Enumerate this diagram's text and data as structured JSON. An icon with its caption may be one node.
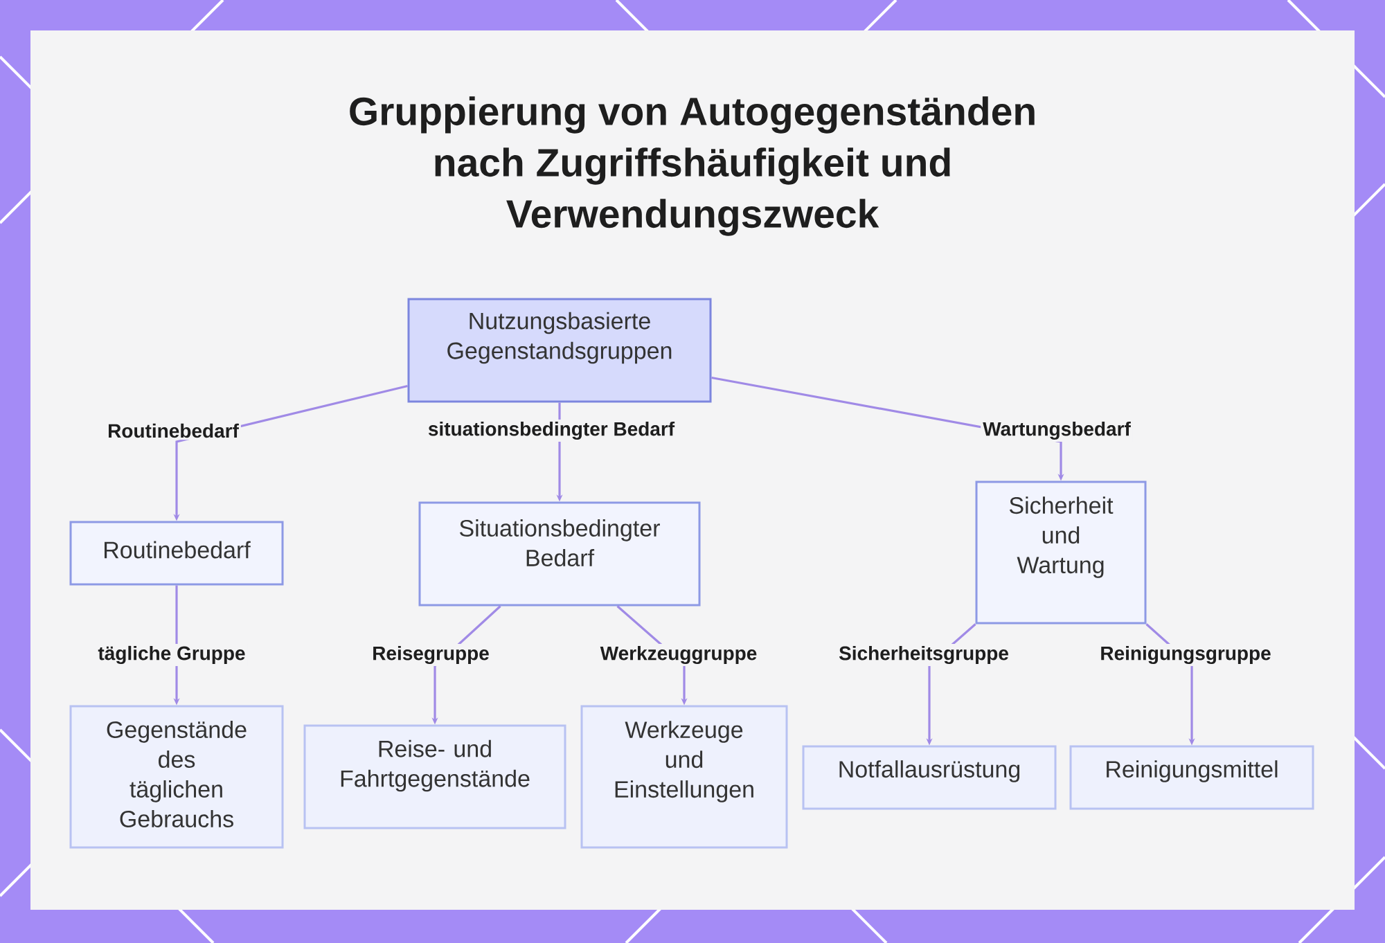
{
  "diagram": {
    "title": "Gruppierung von Autogegenständen nach Zugriffshäufigkeit und Verwendungszweck",
    "nodes": [
      {
        "text": [
          "Nutzungsbasierte Gegenstandsgruppen"
        ]
      },
      {
        "text": [
          "Routinebedarf"
        ]
      },
      {
        "text": [
          "Situationsbedingter Bedarf"
        ]
      },
      {
        "text": [
          "Sicherheit und Wartung"
        ]
      },
      {
        "text": [
          "Gegenstände des täglichen Gebrauchs"
        ]
      },
      {
        "text": [
          "Reise- und Fahrtgegenstände"
        ]
      },
      {
        "text": [
          "Werkzeuge und Einstellungen"
        ]
      },
      {
        "text": [
          "Notfallausrüstung"
        ]
      },
      {
        "text": [
          "Reinigungsmittel"
        ]
      }
    ],
    "edges": [
      {
        "from": 0,
        "to": 1,
        "arrow": "to",
        "label": "Routinebedarf"
      },
      {
        "from": 0,
        "to": 2,
        "arrow": "to",
        "label": "situationsbedingter Bedarf"
      },
      {
        "from": 0,
        "to": 3,
        "arrow": "to",
        "label": "Wartungsbedarf"
      },
      {
        "from": 1,
        "to": 4,
        "arrow": "to",
        "label": "tägliche Gruppe"
      },
      {
        "from": 2,
        "to": 5,
        "arrow": "to",
        "label": "Reisegruppe"
      },
      {
        "from": 2,
        "to": 6,
        "arrow": "to",
        "label": "Werkzeuggruppe"
      },
      {
        "from": 3,
        "to": 7,
        "arrow": "to",
        "label": "Sicherheitsgruppe"
      },
      {
        "from": 3,
        "to": 8,
        "arrow": "to",
        "label": "Reinigungsgruppe"
      }
    ]
  }
}
